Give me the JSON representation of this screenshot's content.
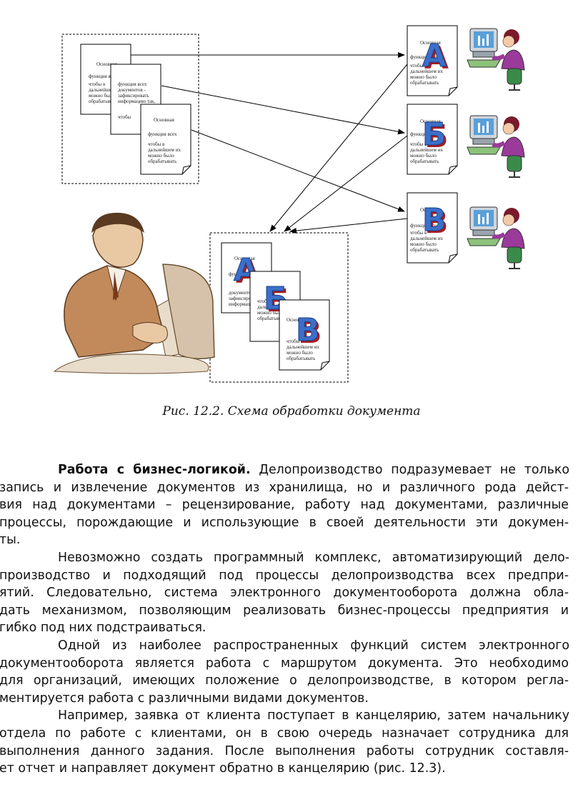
{
  "figure": {
    "caption": "Рис. 12.2. Схема обработки документа",
    "doc_text": {
      "title": "Основная",
      "line2": "функция     всех",
      "line3a": "чтобы             в",
      "line3b": "дальнейшем      их",
      "line3c": "можно          было",
      "line3d": "обрабатывать",
      "line4a": "документов      -",
      "line4b": "зафиксировать",
      "line4c": "информацию так,",
      "line4d": "чтобы"
    },
    "letters": [
      "А",
      "Б",
      "В"
    ],
    "colors": {
      "letter_blue": "#3b6fc9",
      "letter_red": "#a41e22",
      "monitor": "#5aa0d8",
      "person": "#9a3a9a",
      "manager": "#8a5a3a"
    }
  },
  "paragraphs": [
    {
      "lead": "Работа с бизнес-логикой.",
      "lines": [
        " Делопроизводство подразумевает не только",
        "запись и извлечение документов из хранилища, но и различного рода дейст-",
        "вия над документами – рецензирование, работу над документами, различные",
        "процессы, порождающие и использующие в своей деятельности эти докумен-",
        "ты."
      ]
    },
    {
      "lines": [
        "Невозможно создать программный комплекс, автоматизирующий дело-",
        "производство и подходящий под процессы делопроизводства всех предпри-",
        "ятий. Следовательно, система электронного документооборота должна обла-",
        "дать механизмом, позволяющим реализовать бизнес-процессы предприятия и",
        "гибко под них подстраиваться."
      ]
    },
    {
      "lines": [
        "Одной из наиболее распространенных функций систем электронного",
        "документооборота является работа с маршрутом документа. Это необходимо",
        "для организаций, имеющих положение о делопроизводстве, в котором регла-",
        "ментируется работа с различными видами документов."
      ]
    },
    {
      "lines": [
        "Например, заявка от клиента поступает в канцелярию, затем начальнику",
        "отдела по работе с клиентами, он в свою очередь назначает сотрудника для",
        "выполнения данного задания. После выполнения работы сотрудник составля-",
        "ет отчет и направляет документ обратно в канцелярию (рис. 12.3)."
      ]
    }
  ]
}
